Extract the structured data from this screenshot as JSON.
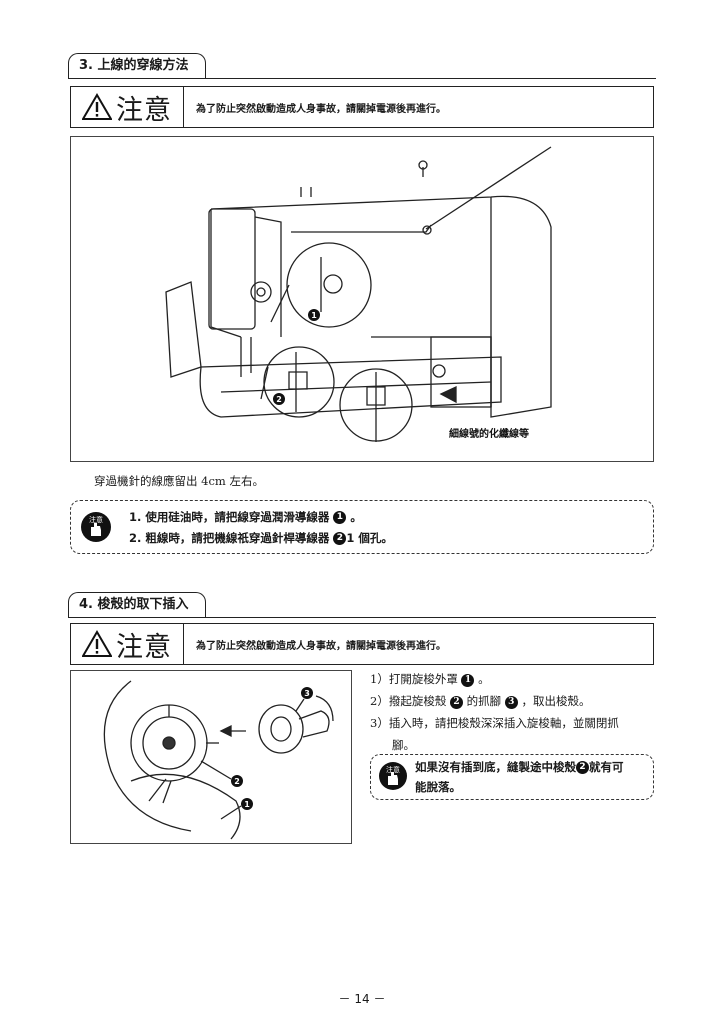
{
  "section3": {
    "title": "3. 上線的穿線方法",
    "caution_word": "注意",
    "caution_text": "為了防止突然啟動造成人身事故，請關掉電源後再進行。",
    "figure_callout": "細線號的化纖線等",
    "marker_1": "1",
    "marker_2": "2",
    "paragraph": "穿過機針的線應留出 4cm 左右。",
    "note": {
      "badge_text": "注意",
      "items": [
        {
          "pre": "1.  使用硅油時，請把線穿過潤滑導線器 ",
          "marker": "1",
          "post": " 。"
        },
        {
          "pre": "2.  粗線時，請把機線祇穿過針桿導線器 ",
          "marker": "2",
          "post": "1 個孔。"
        }
      ]
    }
  },
  "section4": {
    "title": "4. 梭殼的取下插入",
    "caution_word": "注意",
    "caution_text": "為了防止突然啟動造成人身事故，請關掉電源後再進行。",
    "markers": [
      "3",
      "2",
      "1"
    ],
    "steps": [
      {
        "num": "1）",
        "pre": "打開旋梭外罩 ",
        "marker": "1",
        "post": " 。"
      },
      {
        "num": "2）",
        "pre": "撥起旋梭殼 ",
        "marker": "2",
        "mid": " 的抓腳 ",
        "marker2": "3",
        "post": " ，取出梭殼。"
      },
      {
        "num": "3）",
        "pre": "插入時，請把梭殼深深插入旋梭軸，並關閉抓",
        "marker": "",
        "post": ""
      },
      {
        "num": "",
        "pre": "腳。",
        "marker": "",
        "post": ""
      }
    ],
    "note": {
      "badge_text": "注意",
      "line1_pre": "如果沒有插到底，縫製途中梭殼",
      "line1_marker": "2",
      "line1_post": "就有可",
      "line2": "能脫落。"
    }
  },
  "footer": {
    "page_number": "－ 14 －"
  }
}
